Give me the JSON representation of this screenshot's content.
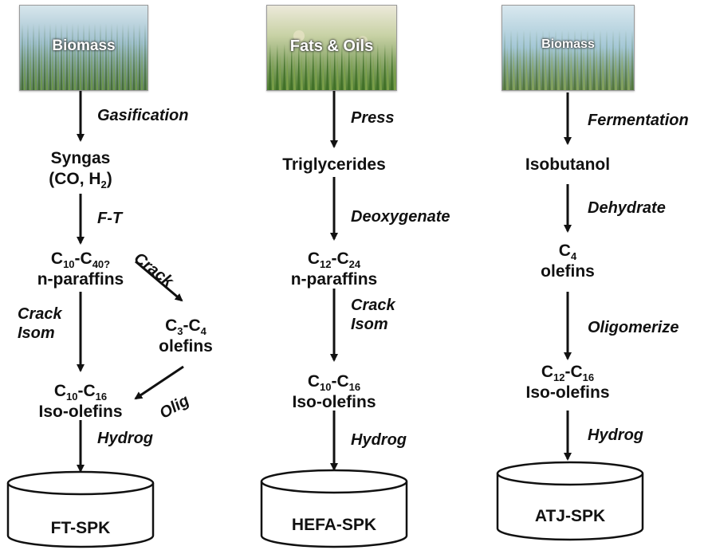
{
  "colors": {
    "ink": "#111111",
    "sky": "#9fc6d6",
    "grass": "#5b8a3c",
    "label": "#ffffff"
  },
  "columns": [
    {
      "source": "Biomass",
      "steps": {
        "gasification": "Gasification",
        "ft": "F-T",
        "crack": "Crack",
        "crack2": "Crack",
        "isom": "Isom",
        "olig": "Olig",
        "hydrog": "Hydrog"
      },
      "nodes": {
        "syngas": {
          "line1": "Syngas",
          "line2_a": "(CO, H",
          "line2_sub": "2",
          "line2_b": ")"
        },
        "paraffins": {
          "c1": "C",
          "s1": "10",
          "mid": "-C",
          "s2": "40?",
          "line2": "n-paraffins"
        },
        "light_olefins": {
          "c1": "C",
          "s1": "3",
          "mid": "-C",
          "s2": "4",
          "line2": "olefins"
        },
        "isoolefins": {
          "c1": "C",
          "s1": "10",
          "mid": "-C",
          "s2": "16",
          "line2": "Iso-olefins"
        }
      },
      "product": "FT-SPK"
    },
    {
      "source": "Fats & Oils",
      "steps": {
        "press": "Press",
        "deoxygenate": "Deoxygenate",
        "crack": "Crack",
        "isom": "Isom",
        "hydrog": "Hydrog"
      },
      "nodes": {
        "triglycerides": "Triglycerides",
        "paraffins": {
          "c1": "C",
          "s1": "12",
          "mid": "-C",
          "s2": "24",
          "line2": "n-paraffins"
        },
        "isoolefins": {
          "c1": "C",
          "s1": "10",
          "mid": "-C",
          "s2": "16",
          "line2": "Iso-olefins"
        }
      },
      "product": "HEFA-SPK"
    },
    {
      "source": "Biomass",
      "steps": {
        "fermentation": "Fermentation",
        "dehydrate": "Dehydrate",
        "oligomerize": "Oligomerize",
        "hydrog": "Hydrog"
      },
      "nodes": {
        "isobutanol": "Isobutanol",
        "olefins": {
          "c1": "C",
          "s1": "4",
          "line2": "olefins"
        },
        "isoolefins": {
          "c1": "C",
          "s1": "12",
          "mid": "-C",
          "s2": "16",
          "line2": "Iso-olefins"
        }
      },
      "product": "ATJ-SPK"
    }
  ]
}
